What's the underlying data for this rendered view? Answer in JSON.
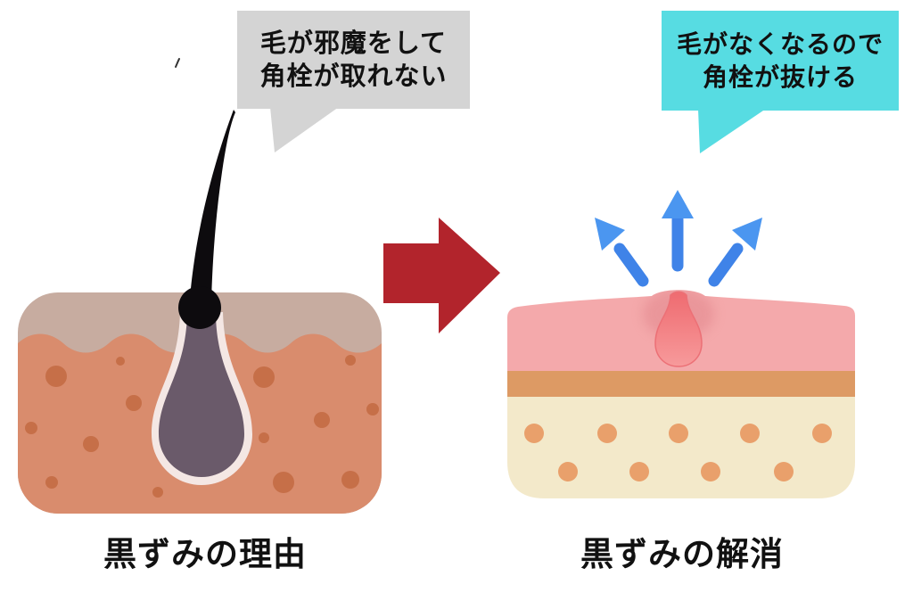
{
  "left_section": {
    "bubble": {
      "lines": [
        "毛が邪魔をして",
        "角栓が取れない"
      ]
    },
    "caption": "黒ずみの理由"
  },
  "right_section": {
    "bubble": {
      "lines": [
        "毛がなくなるので",
        "角栓が抜ける"
      ]
    },
    "caption": "黒ずみの解消"
  },
  "icons": {
    "transition_arrow": "red-right-arrow",
    "release_arrows": "three-blue-up-arrows",
    "hair": "black-hair-strand",
    "plug_left": "dark-keratin-plug",
    "plug_right": "red-sebum-plug"
  },
  "colors": {
    "bubble-gray": "#d4d4d4",
    "bubble-cyan": "#57dce2",
    "text-black": "#111111",
    "arrow-red": "#b2242c",
    "hair-black": "#0d0b0e",
    "epidermis-tan": "#c7aca0",
    "dermis-salmon": "#d98c6d",
    "dermis-dot": "#c66f48",
    "plug-dark": "#6a5a6a",
    "plug-outline": "#f4e7e4",
    "skin-pink": "#f4a9ab",
    "skin-orange": "#dd9a64",
    "skin-cream": "#f3e9ca",
    "skin-cream-dot": "#e9a06b",
    "plug-red": "#f48185",
    "plug-red-dark": "#ee737a",
    "arrow-blue": "#3f83e8",
    "arrow-blue-head": "#4b96f0"
  }
}
